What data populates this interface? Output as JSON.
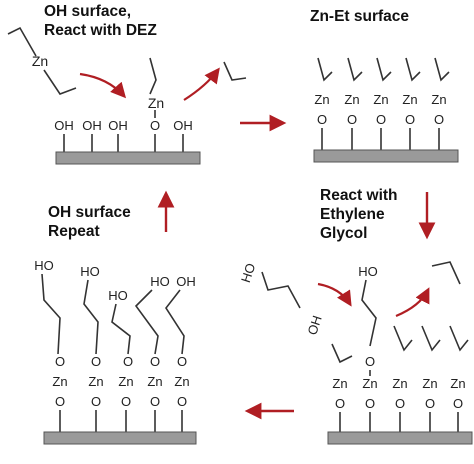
{
  "panels": {
    "p1": {
      "line1": "OH surface,",
      "line2": "React with DEZ"
    },
    "p2": {
      "title": "Zn-Et surface"
    },
    "p3": {
      "line1": "React with",
      "line2": "Ethylene",
      "line3": "Glycol"
    },
    "p4": {
      "line1": "OH surface",
      "line2": "Repeat"
    }
  },
  "atoms": {
    "zn": "Zn",
    "oh": "OH",
    "o": "O",
    "ho": "HO"
  },
  "colors": {
    "arrow": "#b01e23",
    "substrate_fill": "#9a9a9a",
    "substrate_stroke": "#555555",
    "bond": "#333333"
  }
}
